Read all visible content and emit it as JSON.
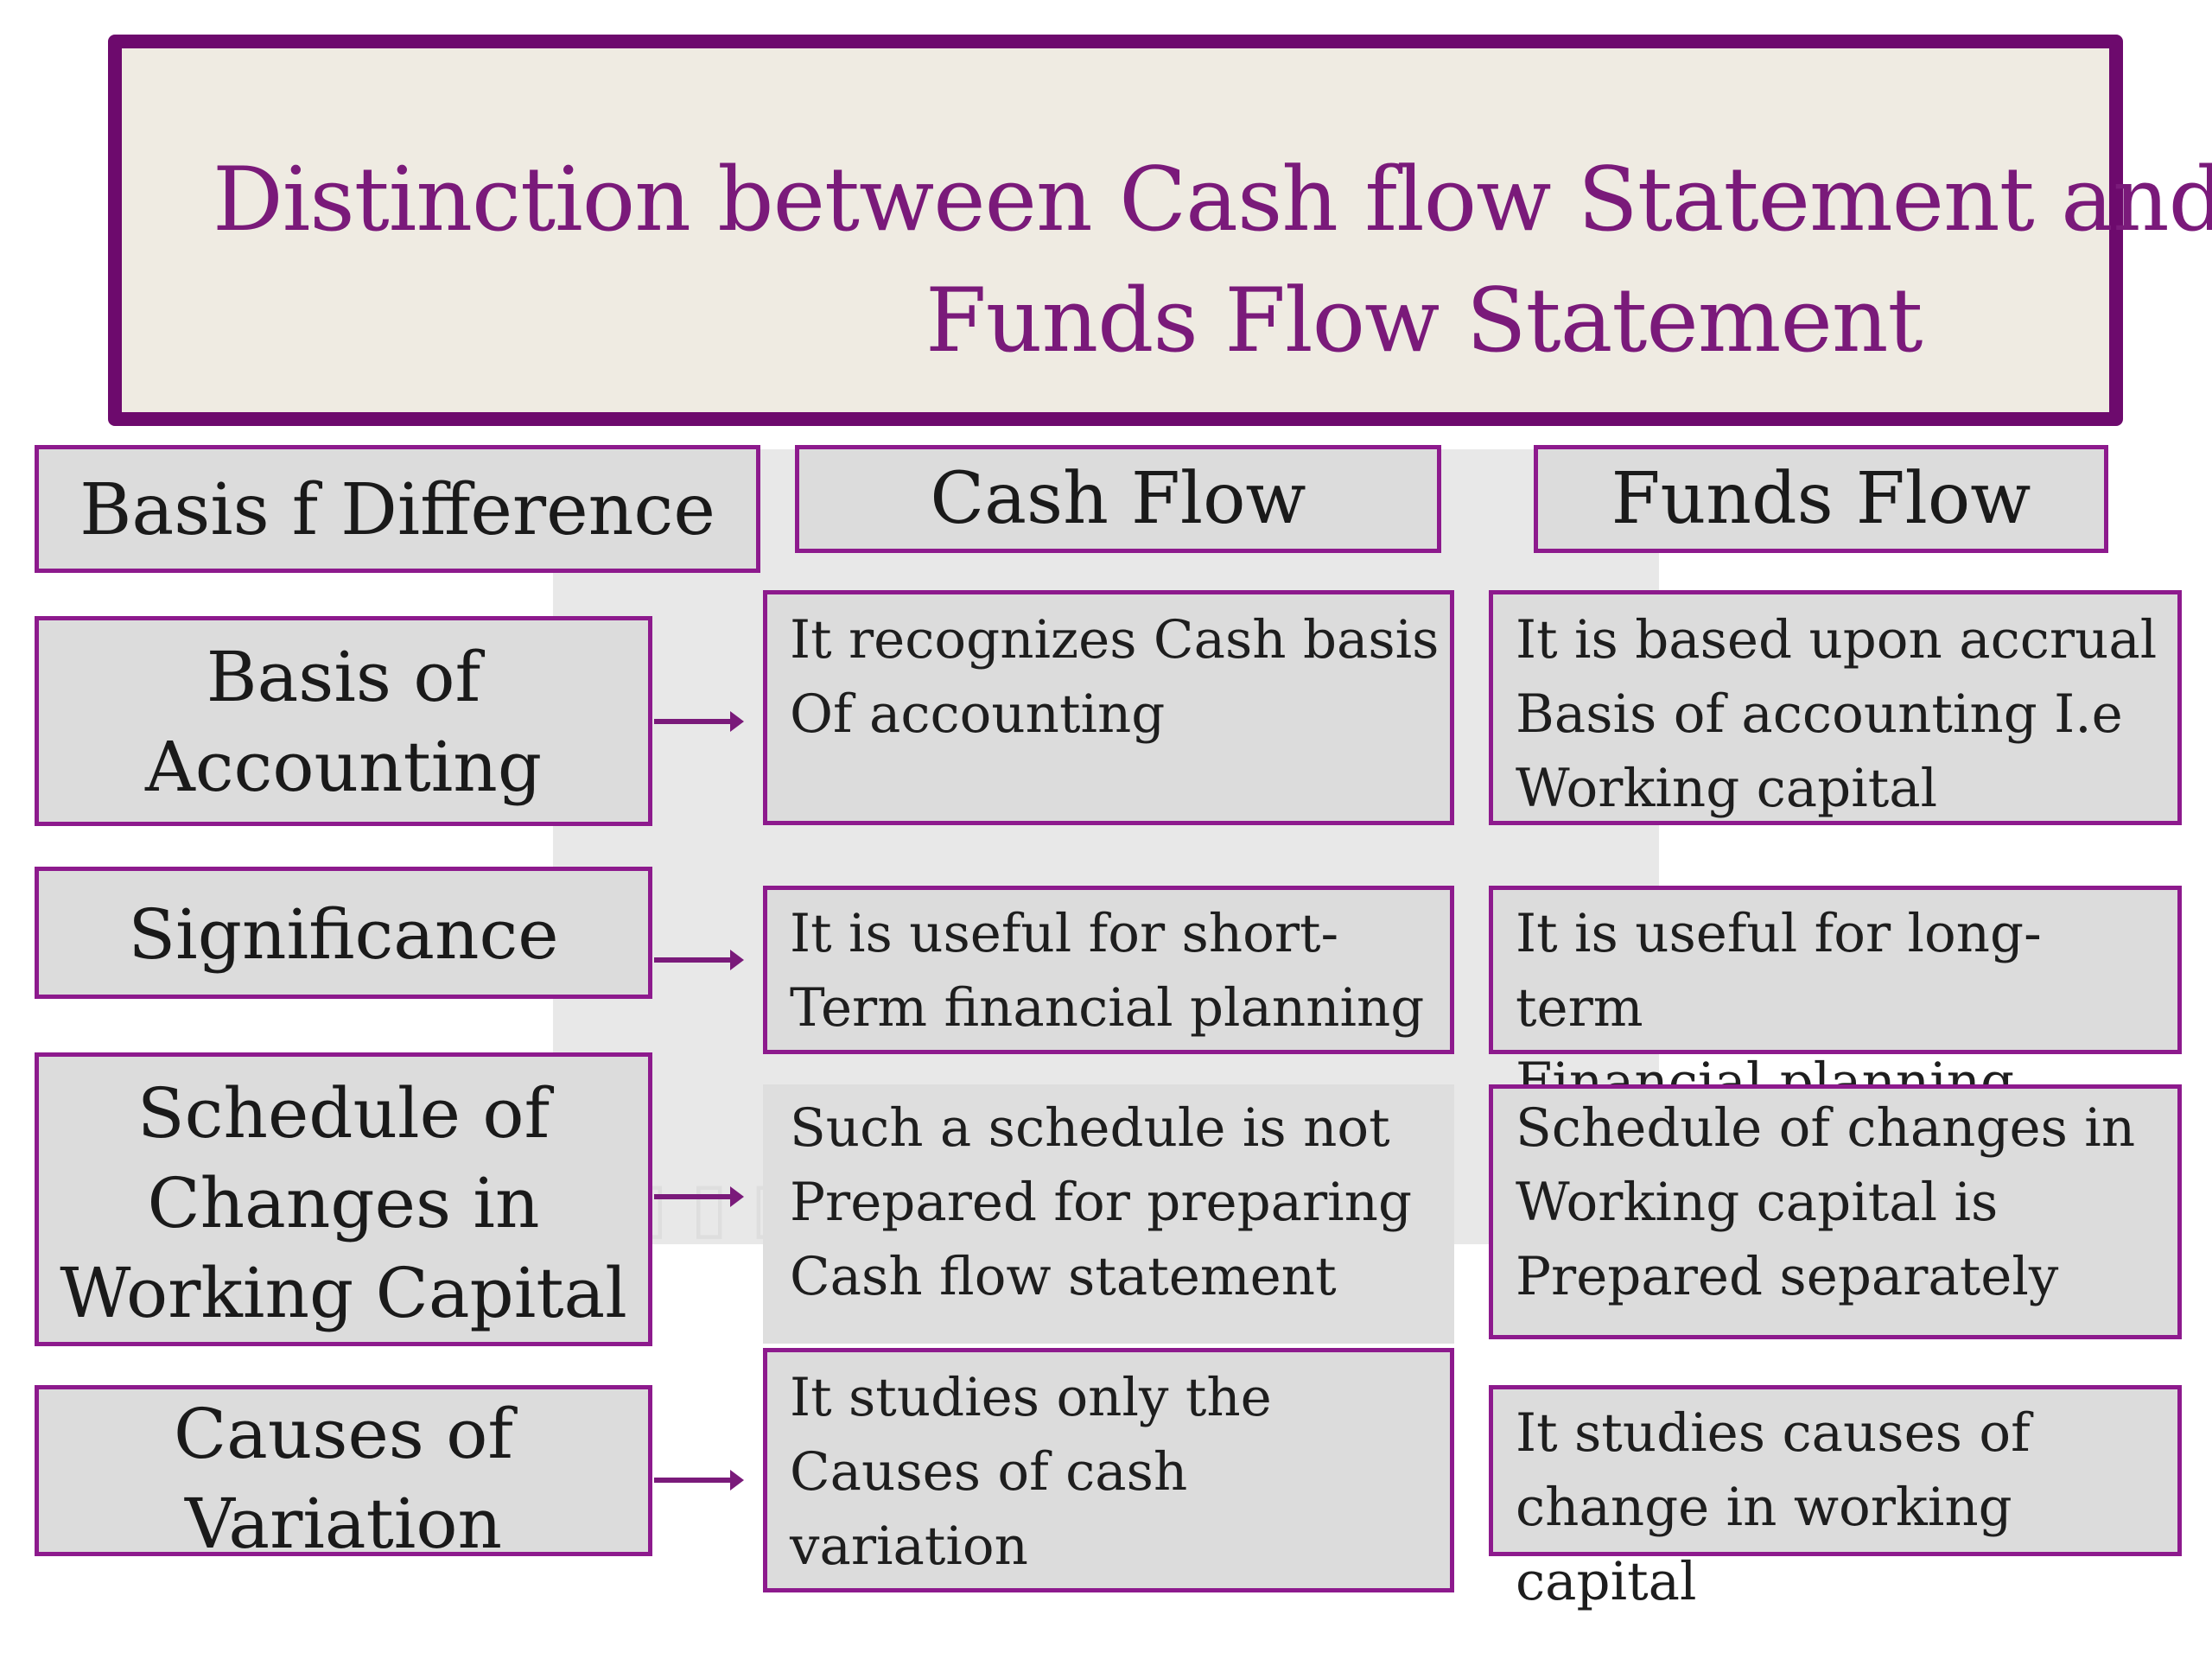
{
  "title": {
    "line1": "Distinction between Cash flow Statement and",
    "line2": "Funds Flow Statement"
  },
  "headers": {
    "basis": "Basis f Difference",
    "cash_flow": "Cash Flow",
    "funds_flow": "Funds Flow"
  },
  "rows": [
    {
      "basis": "Basis of\nAccounting",
      "cash_flow": "It recognizes Cash basis\nOf accounting",
      "funds_flow": "It is based upon accrual\nBasis of accounting I.e\nWorking capital"
    },
    {
      "basis": "Significance",
      "cash_flow": "It is useful for short-\nTerm financial planning",
      "funds_flow": "It is useful for long-term\nFinancial planning"
    },
    {
      "basis": "Schedule of\nChanges in\nWorking Capital",
      "cash_flow": "Such a schedule is not\nPrepared for preparing\nCash flow statement",
      "funds_flow": "Schedule of changes in\nWorking capital is\nPrepared separately"
    },
    {
      "basis": "Causes of\nVariation",
      "cash_flow": "It studies only the\nCauses of cash\nvariation",
      "funds_flow": "It studies causes of\nchange in working capital"
    }
  ],
  "colors": {
    "border_purple": "#6d0a6d",
    "title_text": "#7a1a7a",
    "box_fill": "#dcdcdc",
    "title_fill": "#efebe2"
  }
}
